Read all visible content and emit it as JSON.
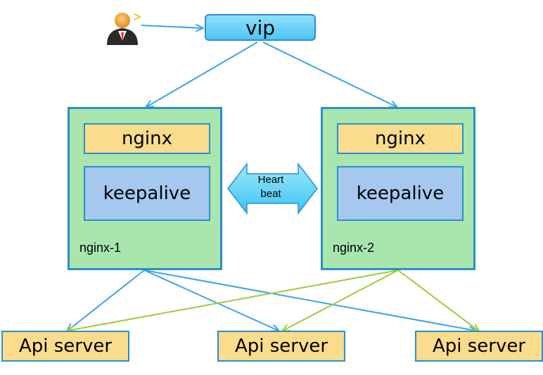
{
  "vip": {
    "label": "vip"
  },
  "nodes": [
    {
      "name": "nginx-1",
      "proxy": "nginx",
      "ha": "keepalive"
    },
    {
      "name": "nginx-2",
      "proxy": "nginx",
      "ha": "keepalive"
    }
  ],
  "heartbeat": {
    "line1": "Heart",
    "line2": "beat"
  },
  "api_servers": [
    {
      "label": "Api server"
    },
    {
      "label": "Api server"
    },
    {
      "label": "Api server"
    }
  ],
  "icons": {
    "user": "user-icon"
  },
  "colors": {
    "blue_arrow": "#3ba6e0",
    "green_arrow": "#9ccc3a",
    "node_fill": "#a8e6ad",
    "nginx_fill": "#fbdc8c",
    "keepalive_fill": "#a5c8ef",
    "vip_fill": "#6fd4f7"
  }
}
